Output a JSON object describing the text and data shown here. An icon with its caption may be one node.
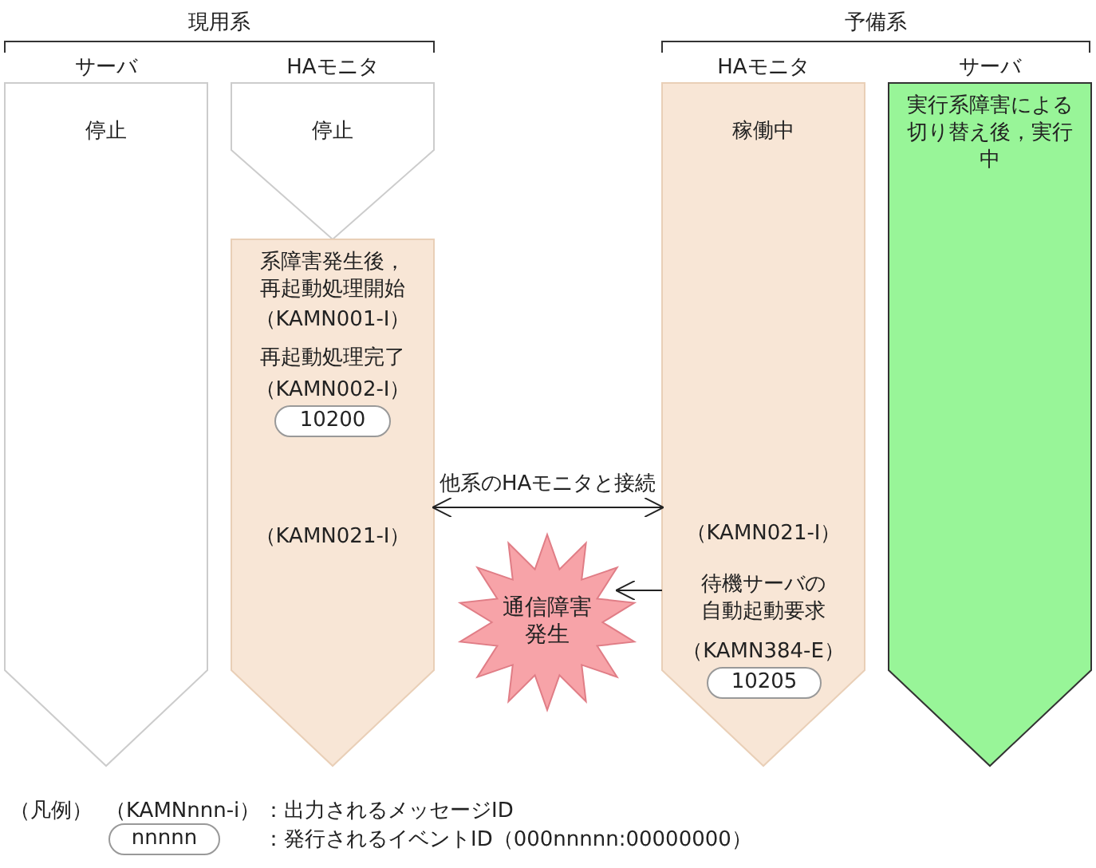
{
  "diagram": {
    "nodes": [
      {
        "text": [
          "サーバ",
          "停止"
        ]
      },
      {
        "text": [
          "HAモニタ",
          "停止"
        ]
      },
      {
        "text": [
          "系障害発生後，再起動処理開始",
          "（KAMN001-I）",
          "再起動処理完了",
          "（KAMN002-I）",
          "（KAMN021-I）"
        ]
      },
      {
        "text": [
          "10200"
        ],
        "in": 2
      },
      {
        "text": [
          "HAモニタ",
          "稼働中",
          "（KAMN021-I）",
          "待機サーバの自動起動要求",
          "（KAMN384-E）"
        ]
      },
      {
        "text": [
          "10205"
        ],
        "in": 4
      },
      {
        "text": [
          "サーバ",
          "実行系障害による切り替え後，実行中"
        ]
      },
      {
        "text": [
          "通信障害発生"
        ]
      },
      {
        "text": [
          "nnnnn"
        ]
      }
    ],
    "edges": [
      {
        "from": 2,
        "to": 4,
        "arrow": "both",
        "label": "他系のHAモニタと接続"
      },
      {
        "from": 4,
        "to": 7,
        "arrow": "to"
      }
    ],
    "labels": [
      "現用系",
      "予備系",
      "（凡例）",
      "（KAMNnnn-i）",
      "：出力されるメッセージID",
      "：発行されるイベントID（000nnnnn:00000000）"
    ]
  }
}
